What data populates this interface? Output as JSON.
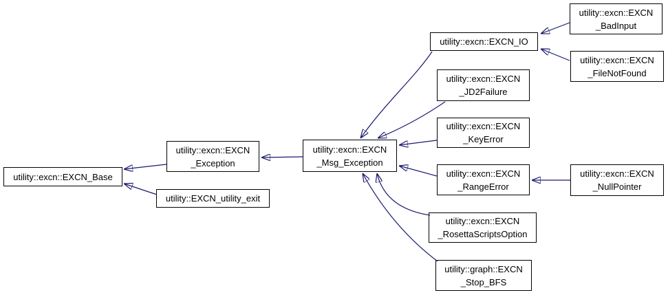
{
  "diagram": {
    "kind": "class-inheritance-graph",
    "background_color": "#ffffff",
    "box_fill_color": "#ffffff",
    "box_border_color": "#000000",
    "text_color": "#000000",
    "arrow_color": "#191970",
    "nodes": [
      {
        "id": "excn-base",
        "lines": [
          "utility::excn::EXCN_Base"
        ]
      },
      {
        "id": "excn-exception",
        "lines": [
          "utility::excn::EXCN",
          "_Exception"
        ]
      },
      {
        "id": "excn-utility-exit",
        "lines": [
          "utility::EXCN_utility_exit"
        ]
      },
      {
        "id": "excn-msg-exception",
        "lines": [
          "utility::excn::EXCN",
          "_Msg_Exception"
        ]
      },
      {
        "id": "excn-io",
        "lines": [
          "utility::excn::EXCN_IO"
        ]
      },
      {
        "id": "excn-badinput",
        "lines": [
          "utility::excn::EXCN",
          "_BadInput"
        ]
      },
      {
        "id": "excn-filenotfound",
        "lines": [
          "utility::excn::EXCN",
          "_FileNotFound"
        ]
      },
      {
        "id": "excn-jd2failure",
        "lines": [
          "utility::excn::EXCN",
          "_JD2Failure"
        ]
      },
      {
        "id": "excn-keyerror",
        "lines": [
          "utility::excn::EXCN",
          "_KeyError"
        ]
      },
      {
        "id": "excn-rangeerror",
        "lines": [
          "utility::excn::EXCN",
          "_RangeError"
        ]
      },
      {
        "id": "excn-nullpointer",
        "lines": [
          "utility::excn::EXCN",
          "_NullPointer"
        ]
      },
      {
        "id": "excn-rosettascriptsoption",
        "lines": [
          "utility::excn::EXCN",
          "_RosettaScriptsOption"
        ]
      },
      {
        "id": "graph-excn-stop-bfs",
        "lines": [
          "utility::graph::EXCN",
          "_Stop_BFS"
        ]
      }
    ],
    "edges": [
      {
        "from": "excn-exception",
        "to": "excn-base"
      },
      {
        "from": "excn-utility-exit",
        "to": "excn-base"
      },
      {
        "from": "excn-msg-exception",
        "to": "excn-exception"
      },
      {
        "from": "excn-io",
        "to": "excn-msg-exception"
      },
      {
        "from": "excn-jd2failure",
        "to": "excn-msg-exception"
      },
      {
        "from": "excn-keyerror",
        "to": "excn-msg-exception"
      },
      {
        "from": "excn-rangeerror",
        "to": "excn-msg-exception"
      },
      {
        "from": "excn-rosettascriptsoption",
        "to": "excn-msg-exception"
      },
      {
        "from": "graph-excn-stop-bfs",
        "to": "excn-msg-exception"
      },
      {
        "from": "excn-badinput",
        "to": "excn-io"
      },
      {
        "from": "excn-filenotfound",
        "to": "excn-io"
      },
      {
        "from": "excn-nullpointer",
        "to": "excn-rangeerror"
      }
    ]
  }
}
